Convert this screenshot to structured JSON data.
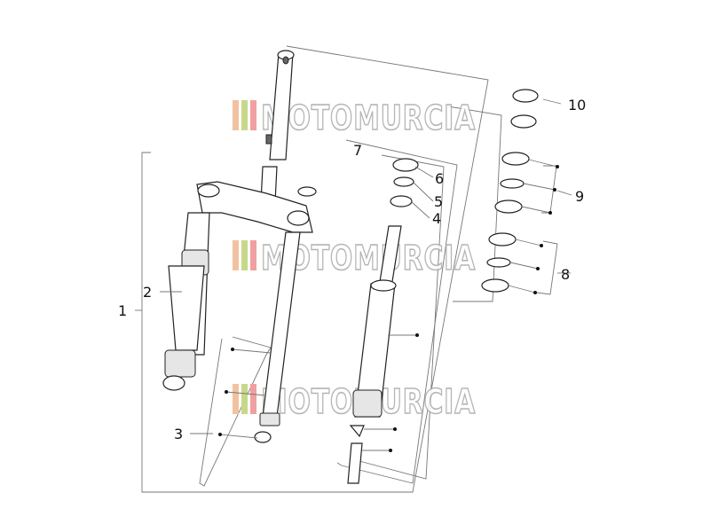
{
  "callouts": [
    {
      "id": "1",
      "label": "1"
    },
    {
      "id": "2",
      "label": "2"
    },
    {
      "id": "3",
      "label": "3"
    },
    {
      "id": "4",
      "label": "4"
    },
    {
      "id": "5",
      "label": "5"
    },
    {
      "id": "6",
      "label": "6"
    },
    {
      "id": "7",
      "label": "7"
    },
    {
      "id": "8",
      "label": "8"
    },
    {
      "id": "9",
      "label": "9"
    },
    {
      "id": "10",
      "label": "10"
    }
  ],
  "watermark": {
    "text": "MOTOMURCIA",
    "stripe_colors": [
      "#f2c2a0",
      "#c8d88a",
      "#f0a0a0"
    ]
  }
}
